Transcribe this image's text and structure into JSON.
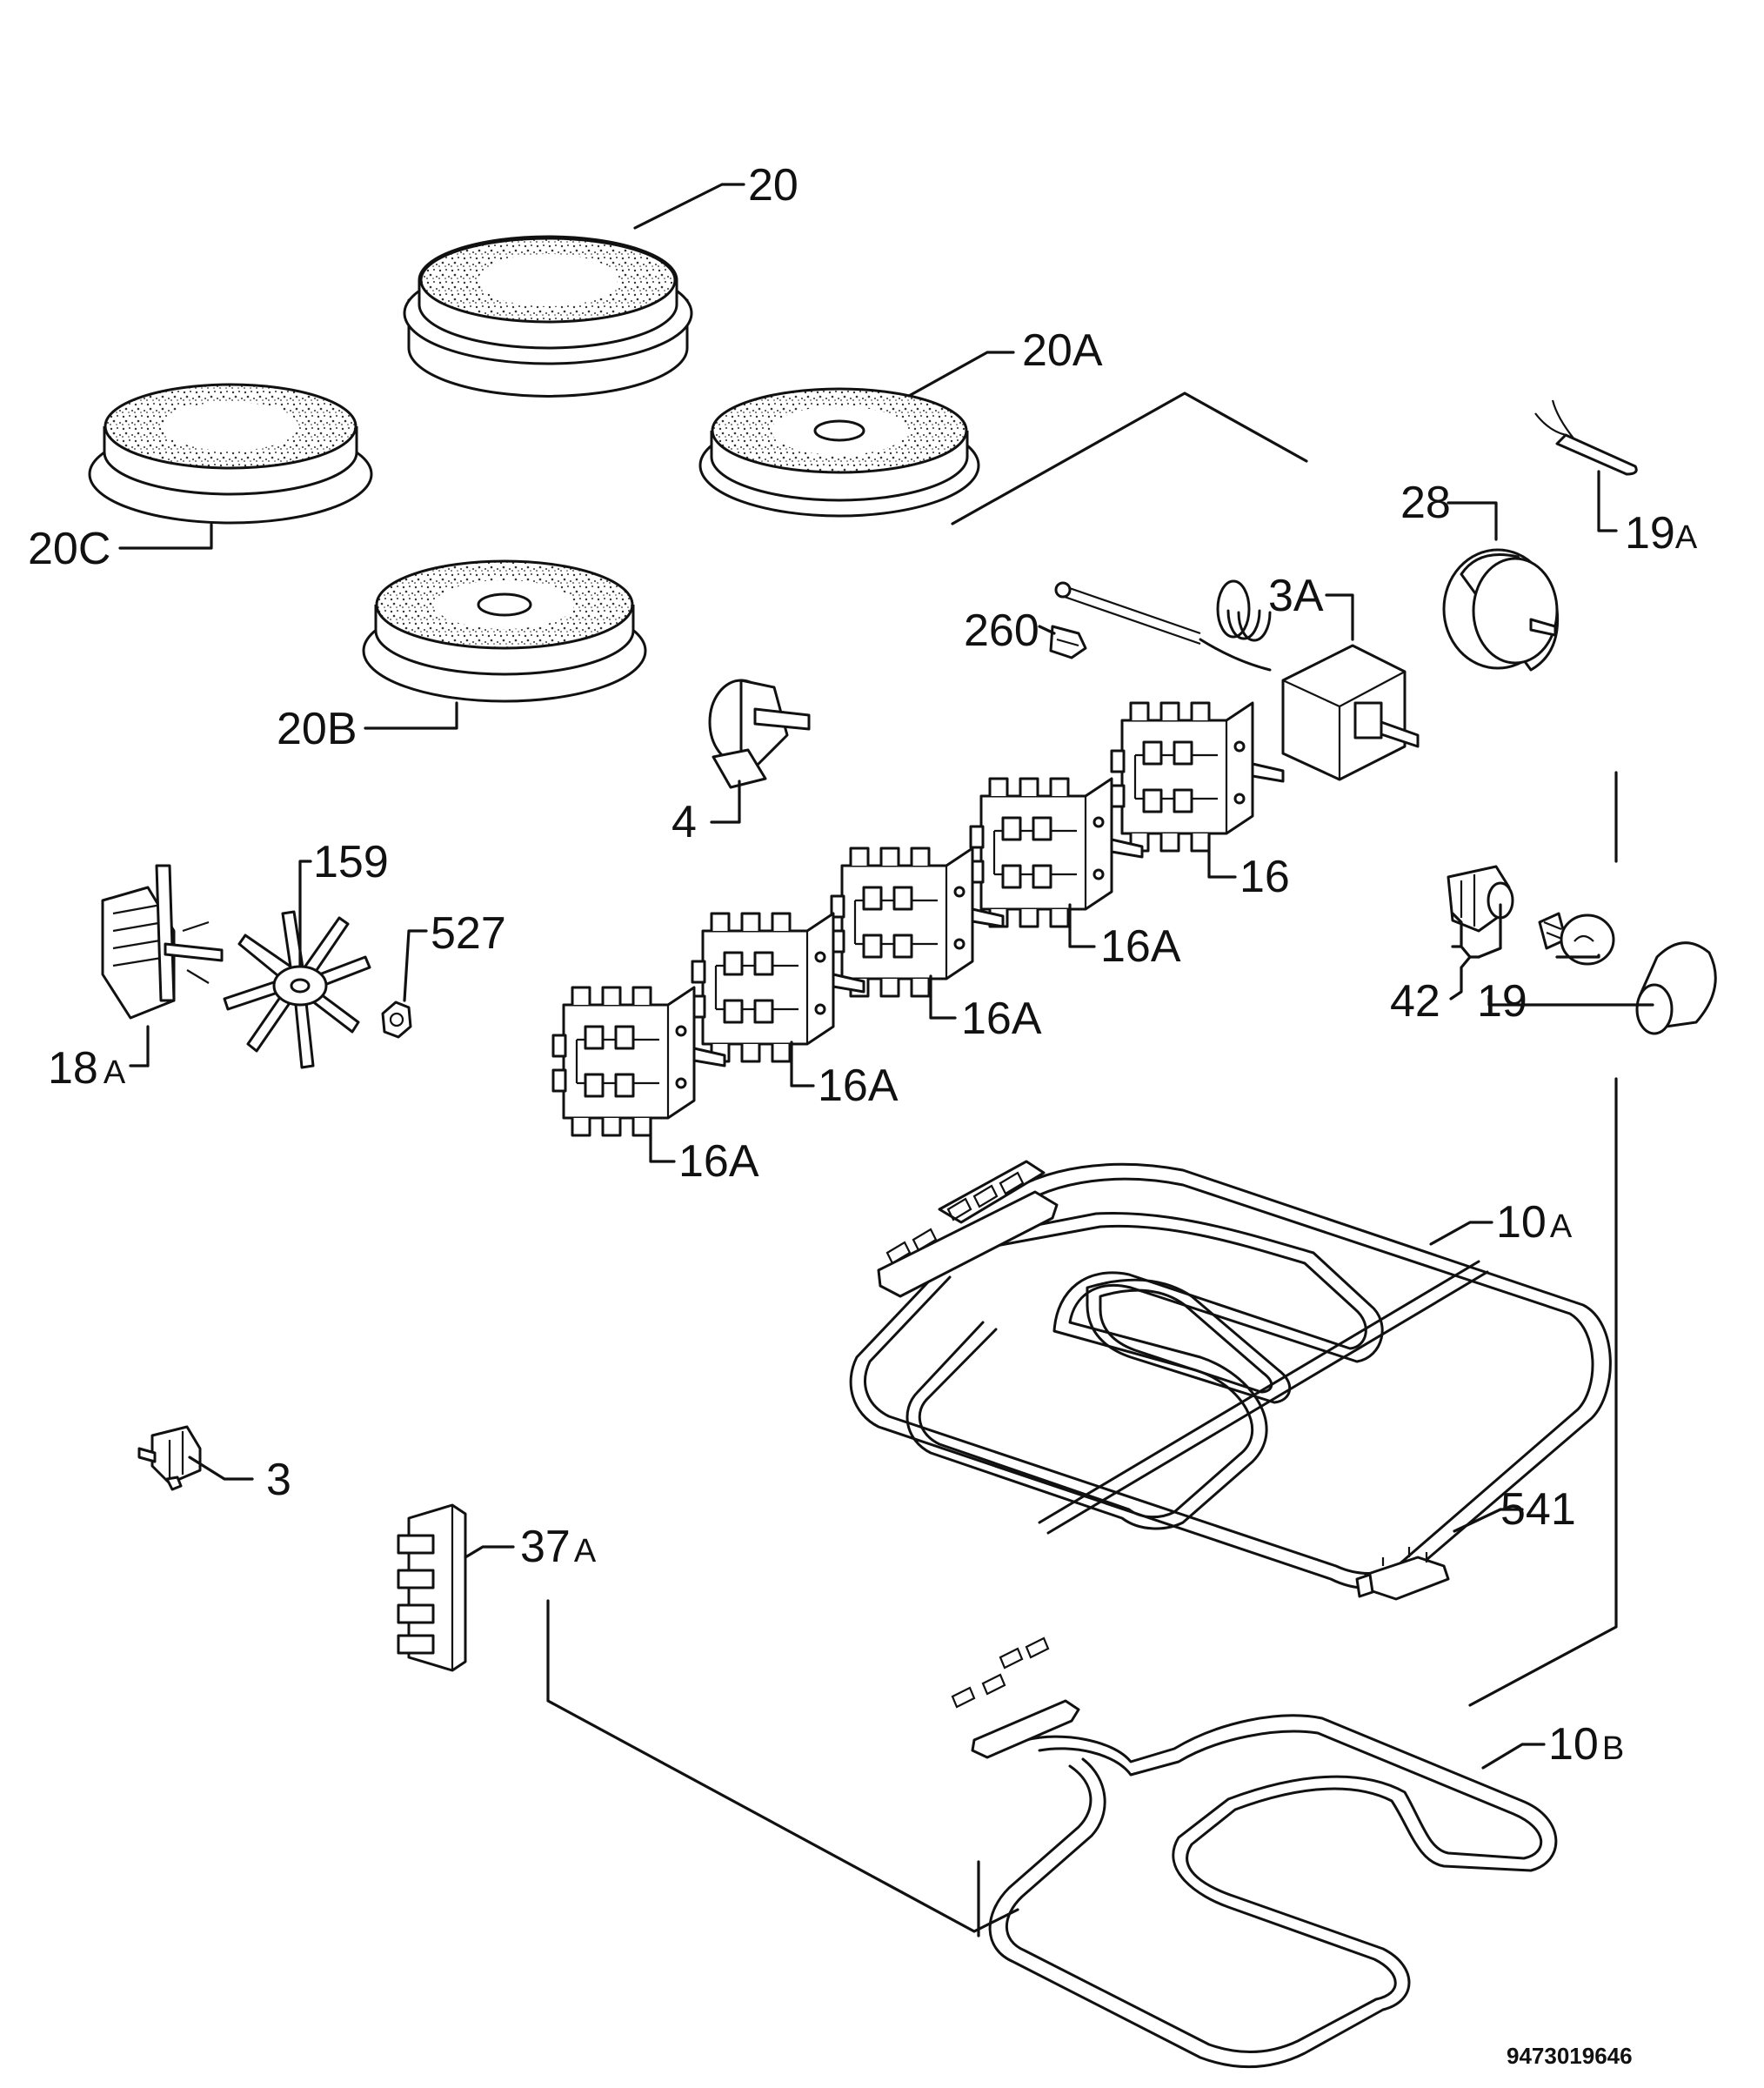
{
  "diagram_code": "9473019646",
  "labels": [
    {
      "id": "20",
      "main": "20",
      "suffix": ""
    },
    {
      "id": "20A",
      "main": "20",
      "suffix": "A"
    },
    {
      "id": "20C",
      "main": "20C",
      "suffix": ""
    },
    {
      "id": "20B",
      "main": "20B",
      "suffix": ""
    },
    {
      "id": "28",
      "main": "28",
      "suffix": ""
    },
    {
      "id": "19A",
      "main": "19",
      "suffix": "A"
    },
    {
      "id": "3A",
      "main": "3A",
      "suffix": ""
    },
    {
      "id": "260",
      "main": "260",
      "suffix": ""
    },
    {
      "id": "4",
      "main": "4",
      "suffix": ""
    },
    {
      "id": "16",
      "main": "16",
      "suffix": ""
    },
    {
      "id": "16A-1",
      "main": "16A",
      "suffix": ""
    },
    {
      "id": "16A-2",
      "main": "16A",
      "suffix": ""
    },
    {
      "id": "16A-3",
      "main": "16A",
      "suffix": ""
    },
    {
      "id": "16A-4",
      "main": "16A",
      "suffix": ""
    },
    {
      "id": "159",
      "main": "159",
      "suffix": ""
    },
    {
      "id": "527",
      "main": "527",
      "suffix": ""
    },
    {
      "id": "18A",
      "main": "18",
      "suffix": "A"
    },
    {
      "id": "42",
      "main": "42",
      "suffix": ""
    },
    {
      "id": "19",
      "main": "19",
      "suffix": ""
    },
    {
      "id": "10A",
      "main": "10",
      "suffix": "A"
    },
    {
      "id": "541",
      "main": "541",
      "suffix": ""
    },
    {
      "id": "3",
      "main": "3",
      "suffix": ""
    },
    {
      "id": "37A",
      "main": "37",
      "suffix": "A"
    },
    {
      "id": "10B",
      "main": "10",
      "suffix": "B"
    }
  ]
}
